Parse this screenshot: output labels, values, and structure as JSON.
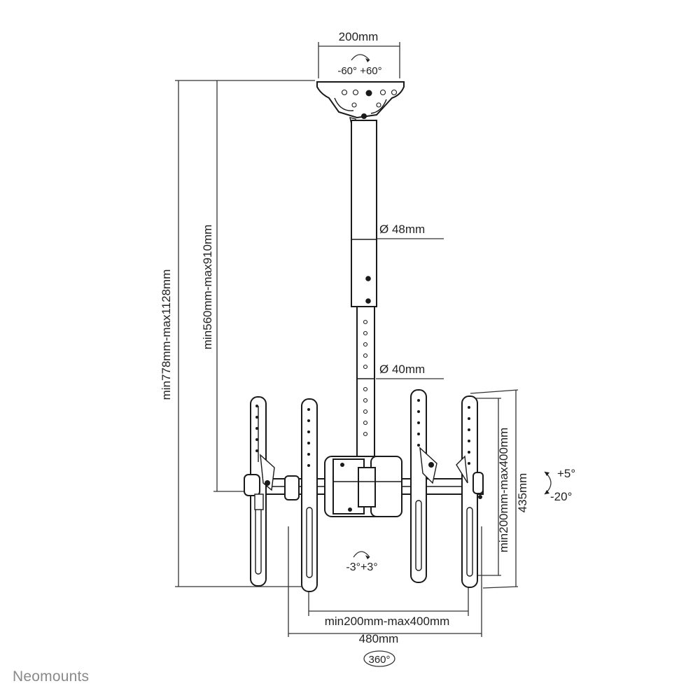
{
  "dimensions": {
    "plate_width": "200mm",
    "ceiling_swivel": "-60° +60°",
    "pole_outer_diameter": "Ø 48mm",
    "pole_inner_diameter": "Ø 40mm",
    "total_height": "min778mm-max1128mm",
    "pole_length": "min560mm-max910mm",
    "rail_vertical_range": "min200mm-max400mm",
    "rail_length": "435mm",
    "tilt_up": "+5°",
    "tilt_down": "-20°",
    "rotation": "-3°+3°",
    "rail_spacing": "min200mm-max400mm",
    "overall_width": "480mm",
    "pan": "360°"
  },
  "brand": "Neomounts"
}
